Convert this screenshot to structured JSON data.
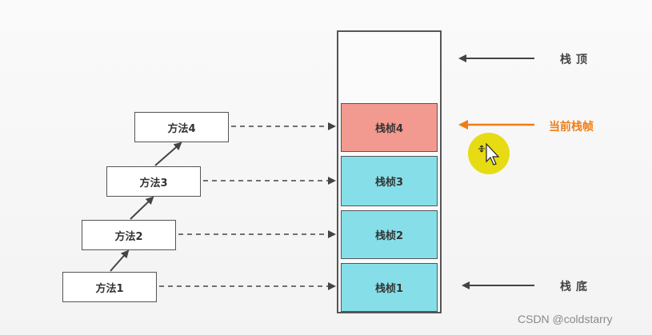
{
  "methods": [
    {
      "label": "方法1"
    },
    {
      "label": "方法2"
    },
    {
      "label": "方法3"
    },
    {
      "label": "方法4"
    }
  ],
  "frames": [
    {
      "label": "栈桢1",
      "current": false
    },
    {
      "label": "栈桢2",
      "current": false
    },
    {
      "label": "栈桢3",
      "current": false
    },
    {
      "label": "栈桢4",
      "current": true
    }
  ],
  "labels": {
    "stack_top": "栈顶",
    "current_frame": "当前栈帧",
    "stack_bottom": "栈底"
  },
  "colors": {
    "frame_fill": "#86dfe8",
    "current_frame_fill": "#f29a8f",
    "current_label": "#f07d14",
    "arrow": "#444444",
    "cursor_highlight": "#e7db14"
  },
  "watermark": "CSDN @coldstarry"
}
